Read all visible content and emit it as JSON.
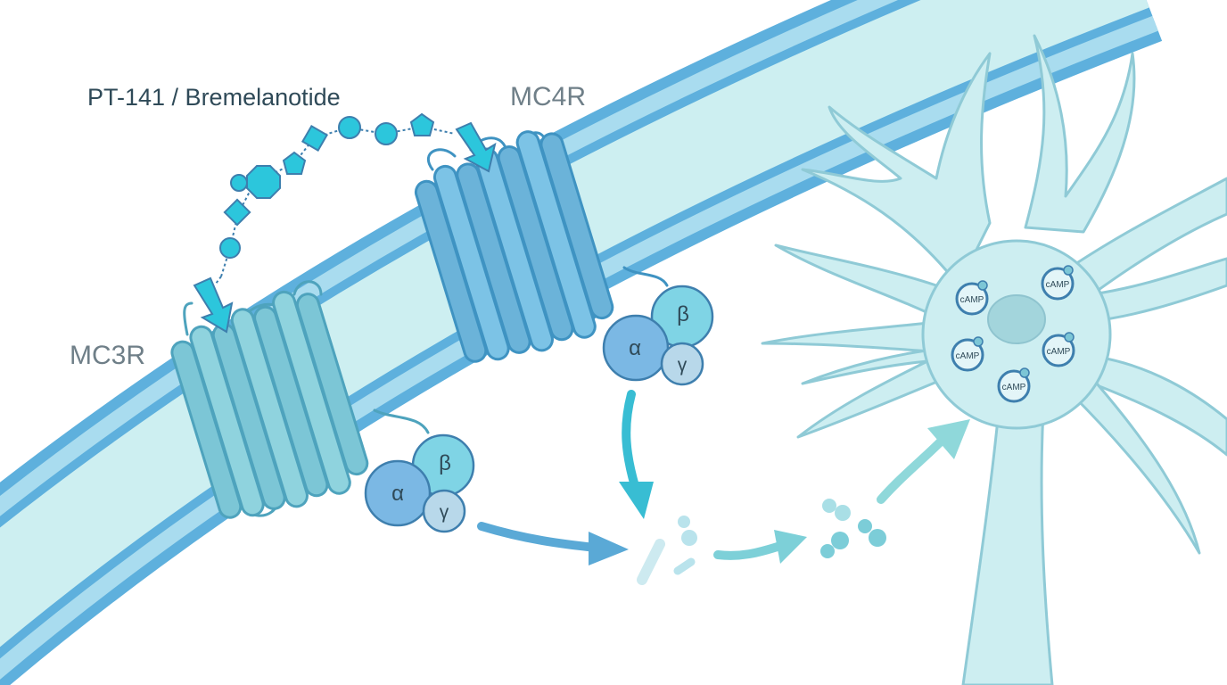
{
  "ligand": {
    "label": "PT-141 / Bremelanotide"
  },
  "receptors": [
    {
      "id": "mc3r",
      "label": "MC3R"
    },
    {
      "id": "mc4r",
      "label": "MC4R"
    }
  ],
  "g_protein_subunits": {
    "alpha": "α",
    "beta": "β",
    "gamma": "γ"
  },
  "second_messenger": {
    "label": "cAMP",
    "labels": [
      "cAMP",
      "cAMP",
      "cAMP",
      "cAMP",
      "cAMP"
    ]
  },
  "colors": {
    "membrane_outer": "#5eb0dd",
    "membrane_inner": "#cdeff1",
    "receptor_mc4r": "#7cc3e6",
    "receptor_mc3r": "#8fd3de",
    "ligand_accent": "#2cc6dc",
    "neuron_fill": "#cdeef1",
    "neuron_stroke": "#8fcad6",
    "label_dark": "#2f4a58",
    "label_grey": "#6f7f88"
  }
}
